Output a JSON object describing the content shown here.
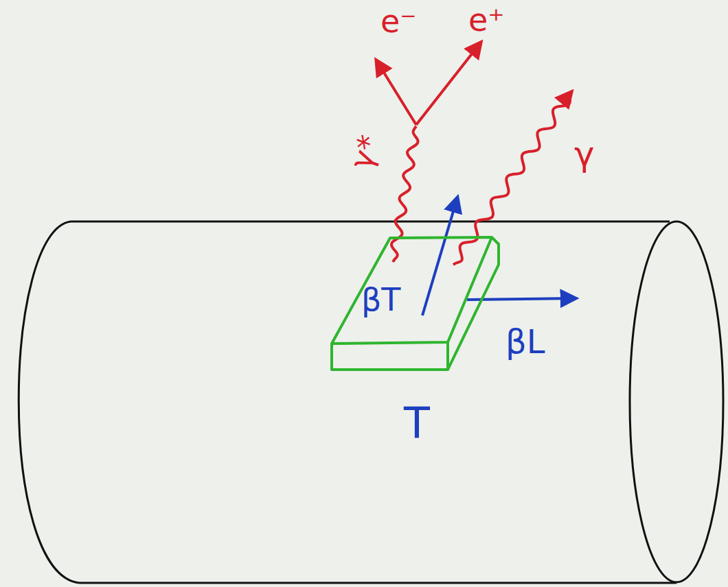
{
  "diagram": {
    "nodes": [
      {
        "text": [
          "βT"
        ]
      }
    ],
    "labels": [
      "e⁻",
      "e⁺",
      "γ*",
      "γ",
      "βL",
      "T"
    ]
  }
}
